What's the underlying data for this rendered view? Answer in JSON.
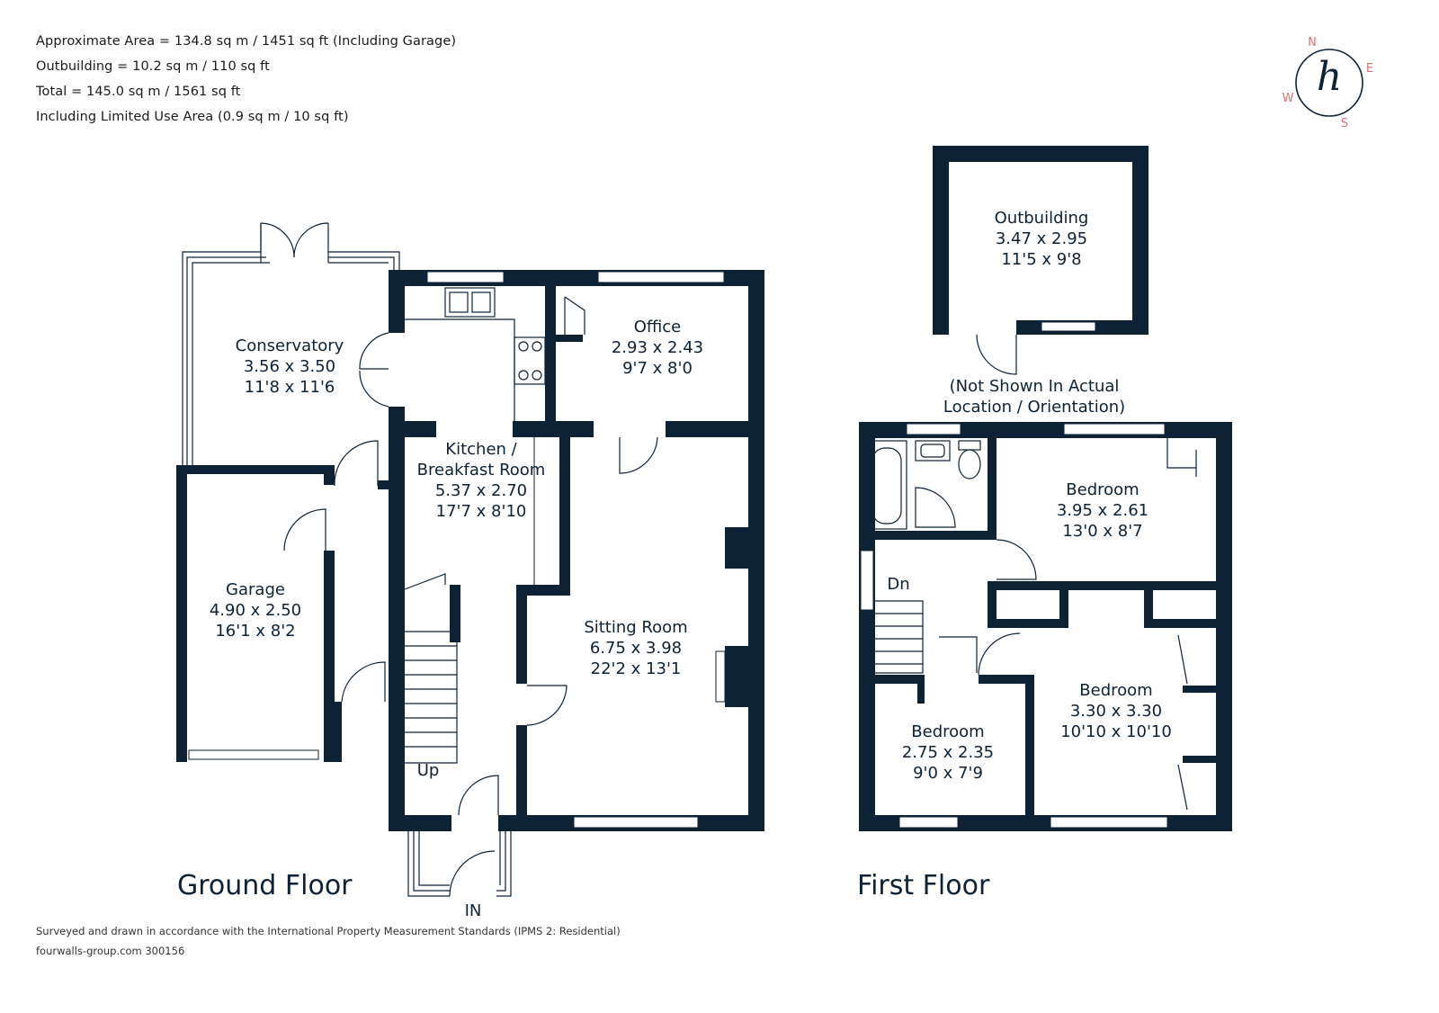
{
  "area": {
    "line1": "Approximate Area = 134.8 sq m / 1451 sq ft (Including Garage)",
    "line2": "Outbuilding = 10.2 sq m / 110 sq ft",
    "line3": "Total = 145.0 sq m / 1561 sq ft",
    "line4": "Including Limited Use Area (0.9 sq m / 10 sq ft)"
  },
  "compass": {
    "n": "N",
    "e": "E",
    "s": "S",
    "w": "W",
    "logo": "h"
  },
  "rooms": {
    "conservatory": {
      "name": "Conservatory",
      "metric": "3.56 x 3.50",
      "imperial": "11'8 x 11'6"
    },
    "office": {
      "name": "Office",
      "metric": "2.93 x 2.43",
      "imperial": "9'7 x 8'0"
    },
    "kitchen": {
      "name1": "Kitchen /",
      "name2": "Breakfast Room",
      "metric": "5.37 x 2.70",
      "imperial": "17'7 x 8'10"
    },
    "garage": {
      "name": "Garage",
      "metric": "4.90 x 2.50",
      "imperial": "16'1 x 8'2"
    },
    "sitting": {
      "name": "Sitting Room",
      "metric": "6.75 x 3.98",
      "imperial": "22'2 x 13'1"
    },
    "outbuilding": {
      "name": "Outbuilding",
      "metric": "3.47 x 2.95",
      "imperial": "11'5 x 9'8"
    },
    "bedroom1": {
      "name": "Bedroom",
      "metric": "3.95 x 2.61",
      "imperial": "13'0 x 8'7"
    },
    "bedroom2": {
      "name": "Bedroom",
      "metric": "3.30 x 3.30",
      "imperial": "10'10 x 10'10"
    },
    "bedroom3": {
      "name": "Bedroom",
      "metric": "2.75 x 2.35",
      "imperial": "9'0 x 7'9"
    }
  },
  "notes": {
    "not_shown1": "(Not Shown In Actual",
    "not_shown2": "Location / Orientation)",
    "up": "Up",
    "dn": "Dn",
    "in": "IN"
  },
  "floors": {
    "ground": "Ground Floor",
    "first": "First Floor"
  },
  "footer": {
    "line1": "Surveyed and drawn in accordance with the International Property Measurement Standards (IPMS 2: Residential)",
    "line2": "fourwalls-group.com 300156"
  }
}
